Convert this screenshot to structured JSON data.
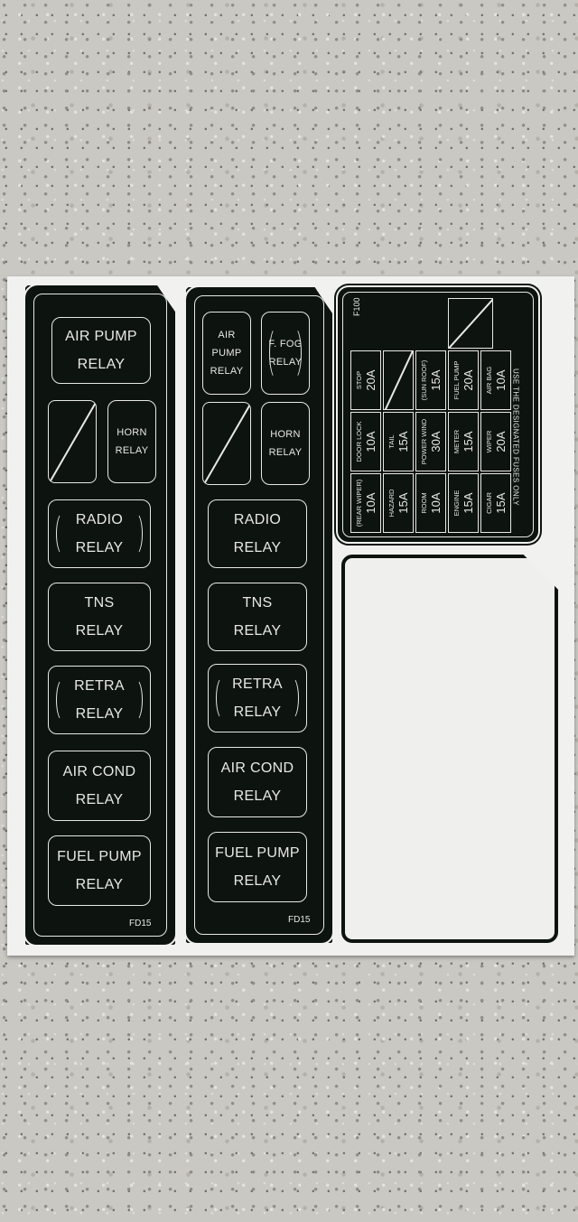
{
  "strip_left": {
    "relays": [
      {
        "line1": "AIR PUMP",
        "line2": "RELAY"
      },
      {
        "line1": "HORN",
        "line2": "RELAY"
      },
      {
        "line1": "RADIO",
        "line2": "RELAY"
      },
      {
        "line1": "TNS",
        "line2": "RELAY"
      },
      {
        "line1": "RETRA",
        "line2": "RELAY"
      },
      {
        "line1": "AIR COND",
        "line2": "RELAY"
      },
      {
        "line1": "FUEL PUMP",
        "line2": "RELAY"
      }
    ],
    "code": "FD15"
  },
  "strip_middle": {
    "relays": [
      {
        "line1": "AIR",
        "line2": "PUMP",
        "line3": "RELAY"
      },
      {
        "line1": "F. FOG",
        "line2": "RELAY"
      },
      {
        "line1": "HORN",
        "line2": "RELAY"
      },
      {
        "line1": "RADIO",
        "line2": "RELAY"
      },
      {
        "line1": "TNS",
        "line2": "RELAY"
      },
      {
        "line1": "RETRA",
        "line2": "RELAY"
      },
      {
        "line1": "AIR COND",
        "line2": "RELAY"
      },
      {
        "line1": "FUEL PUMP",
        "line2": "RELAY"
      }
    ],
    "code": "FD15"
  },
  "fuse_box": {
    "id": "F100",
    "row1": [
      {
        "name": "STOP",
        "amp": "20A"
      },
      {
        "name": "",
        "amp": ""
      },
      {
        "name": "(SUN ROOF)",
        "amp": "15A"
      },
      {
        "name": "FUEL PUMP",
        "amp": "20A"
      },
      {
        "name": "AIR BAG",
        "amp": "10A"
      }
    ],
    "row2": [
      {
        "name": "DOOR LOCK",
        "amp": "10A"
      },
      {
        "name": "TAIL",
        "amp": "15A"
      },
      {
        "name": "POWER WIND",
        "amp": "30A"
      },
      {
        "name": "METER",
        "amp": "15A"
      },
      {
        "name": "WIPER",
        "amp": "20A"
      }
    ],
    "row3": [
      {
        "name": "(REAR WIPER)",
        "amp": "10A"
      },
      {
        "name": "HAZARD",
        "amp": "15A"
      },
      {
        "name": "ROOM",
        "amp": "10A"
      },
      {
        "name": "ENGINE",
        "amp": "15A"
      },
      {
        "name": "CIGAR",
        "amp": "15A"
      }
    ],
    "notice": "USE THE DESIGNATED FUSES ONLY"
  },
  "colors": {
    "label_black": "#0d140f",
    "print_white": "#e8e8e4",
    "sheet": "#f1f1ef",
    "countertop": "#c9c8c3"
  }
}
